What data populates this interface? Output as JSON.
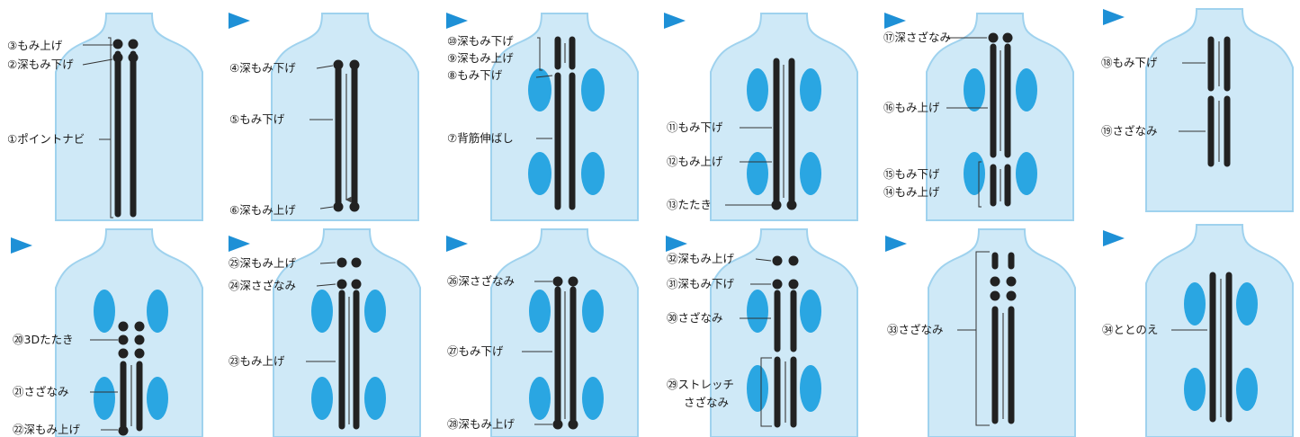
{
  "panels": [
    {
      "labels": [
        "③もみ上げ",
        "②深もみ下げ",
        "①ポイントナビ"
      ]
    },
    {
      "labels": [
        "④深もみ下げ",
        "⑤もみ下げ",
        "⑥深もみ上げ"
      ]
    },
    {
      "labels": [
        "⑩深もみ下げ",
        "⑨深もみ上げ",
        "⑧もみ下げ",
        "⑦背筋伸ばし"
      ]
    },
    {
      "labels": [
        "⑪もみ下げ",
        "⑫もみ上げ",
        "⑬たたき"
      ]
    },
    {
      "labels": [
        "⑰深さざなみ",
        "⑯もみ上げ",
        "⑮もみ下げ",
        "⑭もみ上げ"
      ]
    },
    {
      "labels": [
        "⑱もみ下げ",
        "⑲さざなみ"
      ]
    },
    {
      "labels": [
        "⑳3Dたたき",
        "㉑さざなみ",
        "㉒深もみ上げ"
      ]
    },
    {
      "labels": [
        "㉕深もみ上げ",
        "㉔深さざなみ",
        "㉓もみ上げ"
      ]
    },
    {
      "labels": [
        "㉖深さざなみ",
        "㉗もみ下げ",
        "㉘深もみ上げ"
      ]
    },
    {
      "labels": [
        "㉜深もみ上げ",
        "㉛深もみ下げ",
        "㉚さざなみ",
        "㉙ストレッチ",
        "さざなみ"
      ]
    },
    {
      "labels": [
        "㉝さざなみ"
      ]
    },
    {
      "labels": [
        "㉞ととのえ"
      ]
    }
  ],
  "colors": {
    "skin": "#cfe9f7",
    "outline": "#9fd2ee",
    "zone": "#2aa6e2",
    "roller": "#222222",
    "arrow": "#1e90d6",
    "text": "#1a1a1a"
  }
}
